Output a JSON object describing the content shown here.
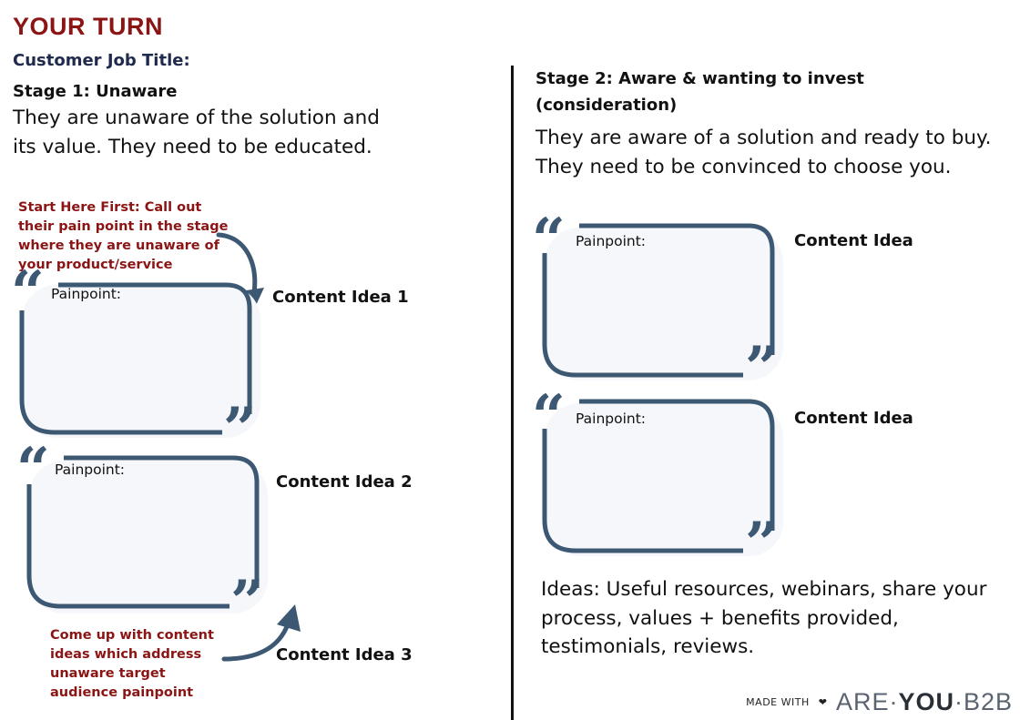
{
  "header": {
    "title": "YOUR TURN",
    "job_title_label": "Customer Job Title:"
  },
  "stage1": {
    "heading": "Stage 1: Unaware",
    "description": "They are unaware of the solution and its value. They need to be educated.",
    "note_top": "Start Here First: Call out their pain point in the stage where they are unaware of your product/service",
    "note_bottom": "Come up with content ideas which address unaware target audience painpoint",
    "cards": [
      {
        "painpoint_label": "Painpoint:",
        "content_label": "Content Idea 1"
      },
      {
        "painpoint_label": "Painpoint:",
        "content_label": "Content Idea 2"
      }
    ],
    "extra_content_label": "Content Idea 3"
  },
  "stage2": {
    "heading": "Stage 2: Aware & wanting to invest (consideration)",
    "description": "They are aware of a solution and ready to buy. They need to be convinced to choose you.",
    "cards": [
      {
        "painpoint_label": "Painpoint:",
        "content_label": "Content Idea"
      },
      {
        "painpoint_label": "Painpoint:",
        "content_label": "Content Idea"
      }
    ],
    "ideas": "Ideas: Useful resources, webinars, share your process, values + benefits provided, testimonials, reviews."
  },
  "footer": {
    "made_with": "MADE WITH",
    "heart_icon": "heart-icon",
    "brand_left": "ARE·",
    "brand_mid": "YOU",
    "brand_right": "·B2B"
  },
  "colors": {
    "title_red": "#8b1414",
    "job_navy": "#1f2a4d",
    "frame_slate": "#3d5873",
    "card_fill": "#f6f7fa"
  }
}
